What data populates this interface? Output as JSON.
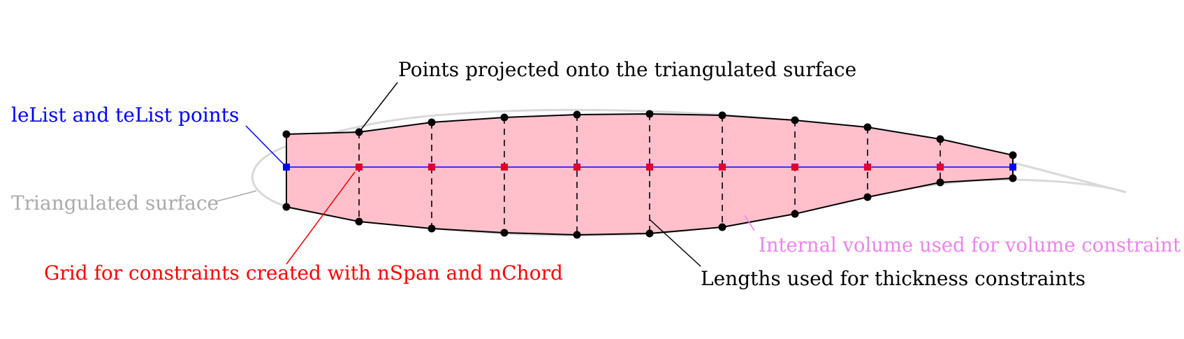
{
  "labels": {
    "projected": "Points projected onto the triangulated surface",
    "le_te": "leList and teList points",
    "triangulated": "Triangulated surface",
    "grid": "Grid for constraints created with nSpan and nChord",
    "lengths": "Lengths used for thickness constraints",
    "volume": "Internal volume used for volume constraint"
  },
  "colors": {
    "text": "#000000",
    "le_te": "#0000ff",
    "triangulated": "#aaaaaa",
    "grid": "#ff0000",
    "volume": "#ee82ee",
    "fill": "#ffc0cb",
    "surface": "#d9d9d9",
    "grid_marker": "#e0002a"
  }
}
